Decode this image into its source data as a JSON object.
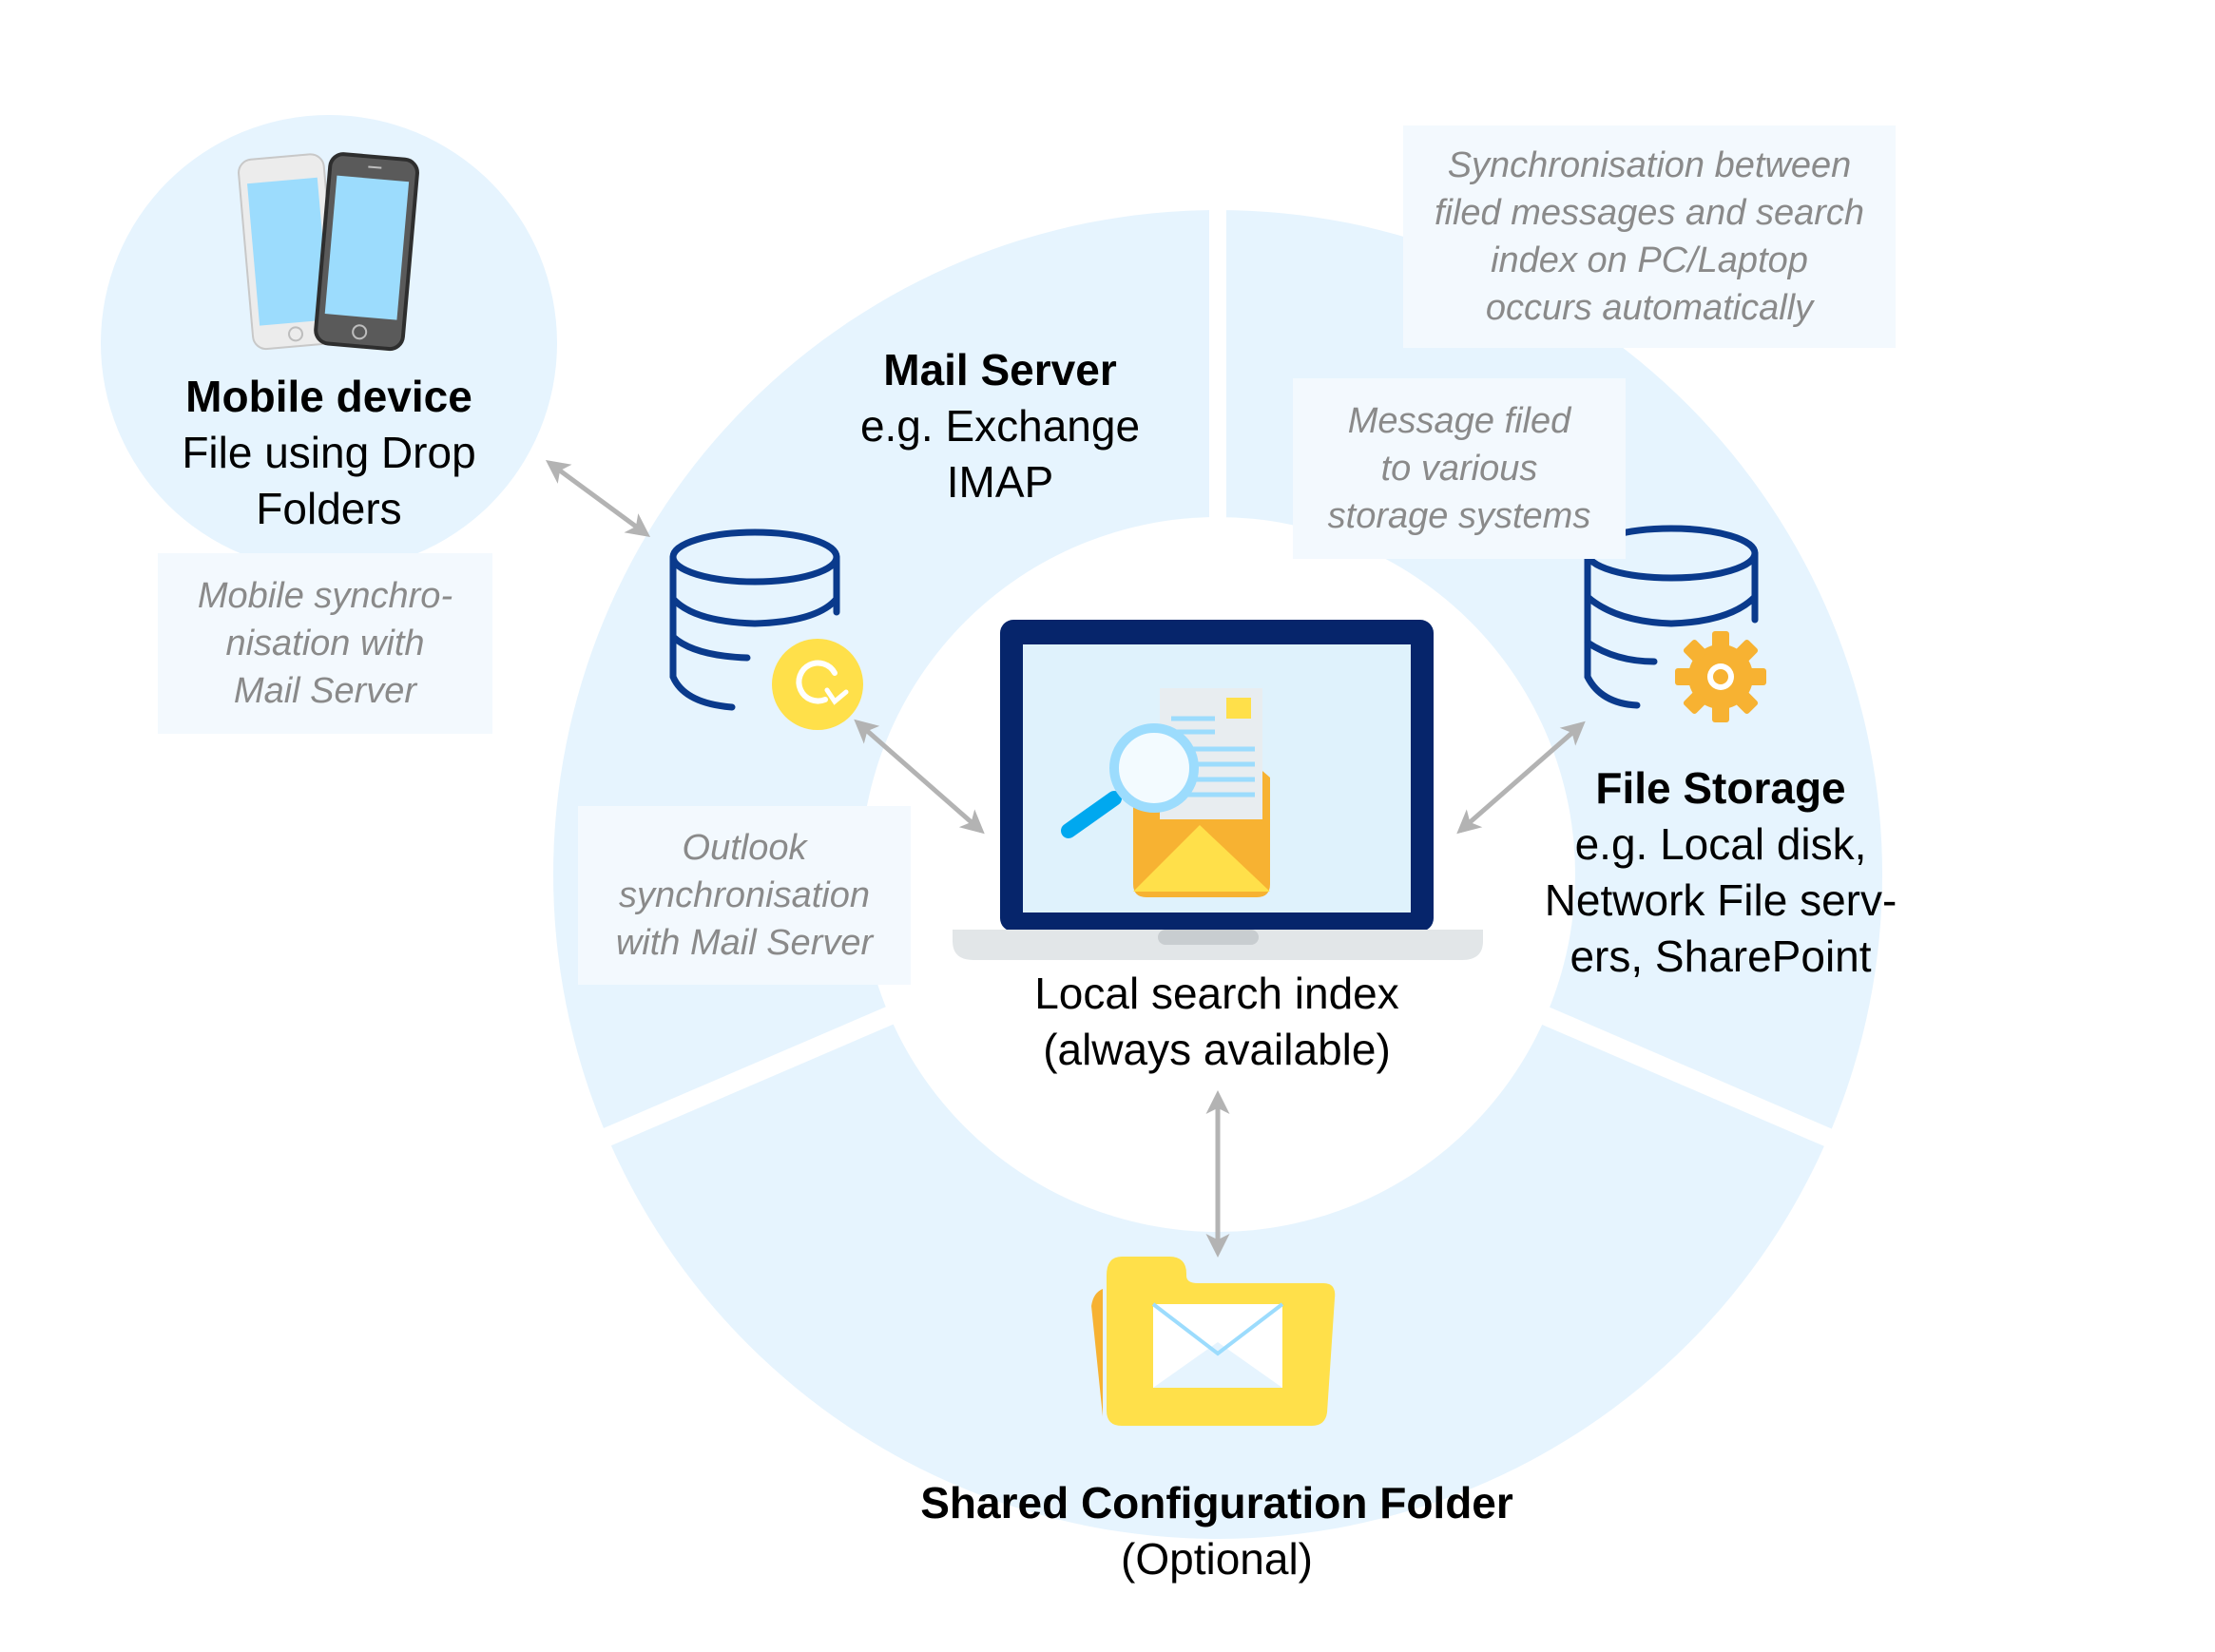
{
  "colors": {
    "ring": "#e6f4fe",
    "note_bg": "#f3f9fe",
    "note_text": "#8a8a8a",
    "navy": "#0a3a8c",
    "laptop_frame": "#06256b",
    "yellow": "#ffe04a",
    "orange": "#f7b232",
    "arrow": "#b3b3b3"
  },
  "nodes": {
    "mobile": {
      "title": "Mobile device",
      "lines": [
        "File using Drop",
        "Folders"
      ],
      "icon": "smartphones-icon"
    },
    "mail_server": {
      "title": "Mail Server",
      "lines": [
        "e.g. Exchange",
        "IMAP"
      ],
      "icon": "database-sync-icon"
    },
    "local_index": {
      "lines": [
        "Local search index",
        "(always available)"
      ],
      "icon": "laptop-mail-search-icon"
    },
    "file_storage": {
      "title": "File Storage",
      "lines": [
        "e.g. Local disk,",
        "Network File serv-",
        "ers, SharePoint"
      ],
      "icon": "database-gear-icon"
    },
    "shared_config": {
      "title": "Shared Configuration Folder",
      "lines": [
        "(Optional)"
      ],
      "icon": "mail-folder-icon"
    }
  },
  "notes": {
    "mobile_sync": [
      "Mobile synchro-",
      "nisation with",
      "Mail Server"
    ],
    "outlook_sync": [
      "Outlook",
      "synchronisation",
      "with Mail Server"
    ],
    "message_filed": [
      "Message filed",
      "to various",
      "storage systems"
    ],
    "auto_sync": [
      "Synchronisation between",
      "filed messages and search",
      "index on PC/Laptop",
      "occurs automatically"
    ]
  },
  "connections": [
    {
      "from": "mobile",
      "to": "mail_server",
      "type": "bidirectional"
    },
    {
      "from": "mail_server",
      "to": "local_index",
      "type": "bidirectional"
    },
    {
      "from": "local_index",
      "to": "file_storage",
      "type": "bidirectional"
    },
    {
      "from": "local_index",
      "to": "shared_config",
      "type": "bidirectional"
    }
  ]
}
